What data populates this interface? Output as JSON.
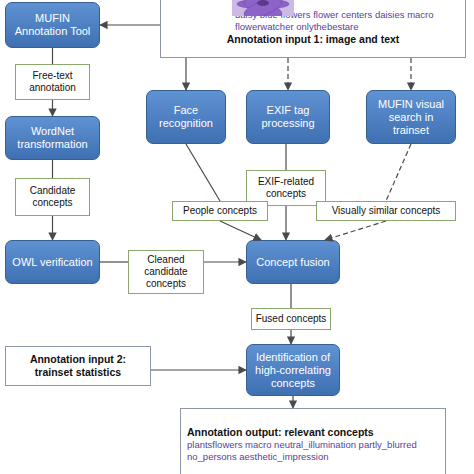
{
  "diagram": {
    "nodes": [
      {
        "text": [
          "daisy blue flowers flower centers daisies macro flowerwatcher onlythebestare",
          "Annotation input 1: image and text"
        ]
      },
      {
        "text": [
          "MUFIN Annotation Tool"
        ]
      },
      {
        "text": [
          "Free-text annotation"
        ]
      },
      {
        "text": [
          "WordNet transformation"
        ]
      },
      {
        "text": [
          "Candidate concepts"
        ]
      },
      {
        "text": [
          "OWL verification"
        ]
      },
      {
        "text": [
          "Cleaned candidate concepts"
        ]
      },
      {
        "text": [
          "Face recognition"
        ]
      },
      {
        "text": [
          "EXIF tag processing"
        ]
      },
      {
        "text": [
          "MUFIN visual search in trainset"
        ]
      },
      {
        "text": [
          "EXIF-related concepts"
        ]
      },
      {
        "text": [
          "People concepts"
        ]
      },
      {
        "text": [
          "Visually similar concepts"
        ]
      },
      {
        "text": [
          "Concept fusion"
        ]
      },
      {
        "text": [
          "Fused concepts"
        ]
      },
      {
        "text": [
          "Annotation input 2: trainset statistics"
        ]
      },
      {
        "text": [
          "Identification of high-correlating concepts"
        ]
      },
      {
        "text": [
          "Annotation output: relevant concepts",
          "plantsflowers macro neutral_illumination partly_blurred no_persons aesthetic_impression"
        ]
      }
    ],
    "edges": [
      {
        "from": 0,
        "to": 1,
        "arrow": "to"
      },
      {
        "from": 1,
        "to": 2,
        "arrow": "none"
      },
      {
        "from": 2,
        "to": 3,
        "arrow": "to"
      },
      {
        "from": 3,
        "to": 4,
        "arrow": "none"
      },
      {
        "from": 4,
        "to": 5,
        "arrow": "to"
      },
      {
        "from": 5,
        "to": 6,
        "arrow": "none"
      },
      {
        "from": 6,
        "to": 13,
        "arrow": "to"
      },
      {
        "from": 0,
        "to": 7,
        "arrow": "to"
      },
      {
        "from": 0,
        "to": 8,
        "arrow": "to"
      },
      {
        "from": 0,
        "to": 9,
        "arrow": "to"
      },
      {
        "from": 7,
        "to": 11,
        "arrow": "none"
      },
      {
        "from": 11,
        "to": 13,
        "arrow": "to"
      },
      {
        "from": 8,
        "to": 10,
        "arrow": "none"
      },
      {
        "from": 10,
        "to": 13,
        "arrow": "to"
      },
      {
        "from": 9,
        "to": 12,
        "arrow": "none"
      },
      {
        "from": 12,
        "to": 13,
        "arrow": "to"
      },
      {
        "from": 13,
        "to": 14,
        "arrow": "none"
      },
      {
        "from": 14,
        "to": 16,
        "arrow": "to"
      },
      {
        "from": 15,
        "to": 16,
        "arrow": "to"
      },
      {
        "from": 16,
        "to": 17,
        "arrow": "to"
      }
    ]
  }
}
